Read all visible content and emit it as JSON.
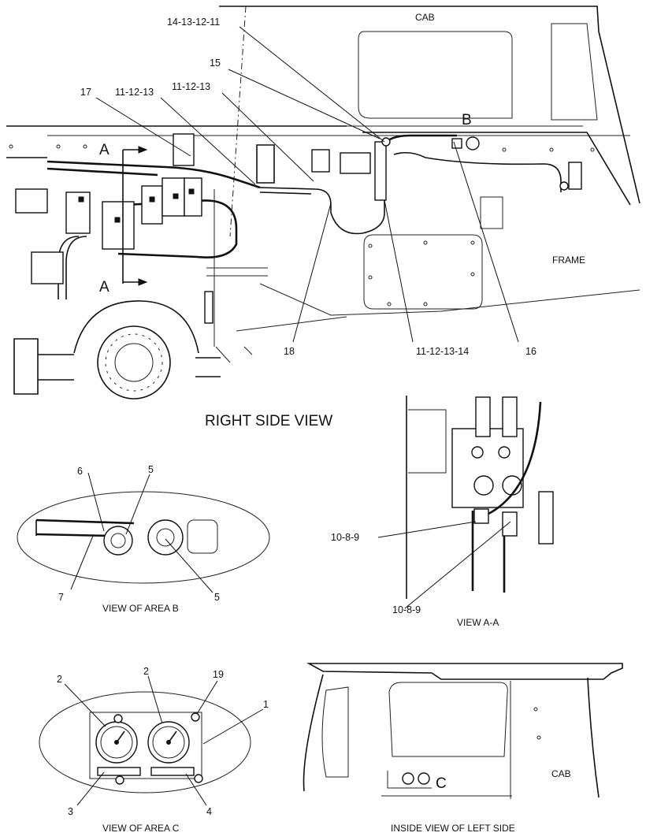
{
  "views": {
    "right_side": "RIGHT SIDE VIEW",
    "area_b": "VIEW OF AREA B",
    "a_a": "VIEW A-A",
    "area_c": "VIEW OF AREA C",
    "inside_left": "INSIDE VIEW OF LEFT SIDE"
  },
  "region_labels": {
    "cab_top": "CAB",
    "frame": "FRAME",
    "cab_bottom": "CAB"
  },
  "section_marks": {
    "a_top": "A",
    "a_bottom": "A",
    "b": "B",
    "c": "C"
  },
  "callouts": {
    "c_14_13_12_11": "14-13-12-11",
    "c_15": "15",
    "c_17": "17",
    "c_11_12_13_a": "11-12-13",
    "c_11_12_13_b": "11-12-13",
    "c_18": "18",
    "c_11_12_13_14": "11-12-13-14",
    "c_16": "16",
    "c_6": "6",
    "c_5_top": "5",
    "c_7": "7",
    "c_5_bottom": "5",
    "c_10_8_9_a": "10-8-9",
    "c_10_8_9_b": "10-8-9",
    "c_2_left": "2",
    "c_2_right": "2",
    "c_19": "19",
    "c_1": "1",
    "c_3": "3",
    "c_4": "4"
  }
}
